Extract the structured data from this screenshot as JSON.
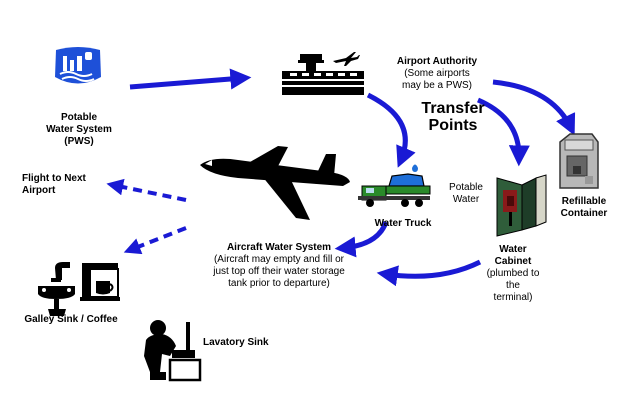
{
  "colors": {
    "arrow_blue": "#1a1ad4",
    "pws_blue": "#1e50d8",
    "cabinet_green": "#2f5d3a",
    "cabinet_red": "#8a1a1a",
    "truck_blue": "#1e6fd8",
    "truck_green": "#2a8a2a"
  },
  "icons": {
    "pws": "water-system-icon",
    "airport": "airport-terminal-icon",
    "refill": "refillable-container-icon",
    "plane": "jet-aircraft-icon",
    "truck": "water-truck-icon",
    "cabinet": "water-cabinet-icon",
    "galley": "galley-sink-coffee-icon",
    "lavatory": "lavatory-sink-icon"
  },
  "labels": {
    "pws": [
      "Potable",
      "Water System",
      "(PWS)"
    ],
    "airport_title": "Airport Authority",
    "airport_note": [
      "(Some airports",
      "may be a PWS)"
    ],
    "transfer_points": [
      "Transfer",
      "Points"
    ],
    "refill": [
      "Refillable",
      "Container"
    ],
    "potable_water": [
      "Potable",
      "Water"
    ],
    "water_truck": "Water Truck",
    "flight": [
      "Flight to Next",
      "Airport"
    ],
    "aircraft_title": "Aircraft Water System",
    "aircraft_note": [
      "(Aircraft may empty and fill or",
      "just top off their water storage",
      "tank prior to departure)"
    ],
    "cabinet_title": [
      "Water",
      "Cabinet"
    ],
    "cabinet_note": [
      "(plumbed to",
      "the",
      "terminal)"
    ],
    "galley": "Galley Sink / Coffee",
    "lavatory": "Lavatory Sink"
  }
}
